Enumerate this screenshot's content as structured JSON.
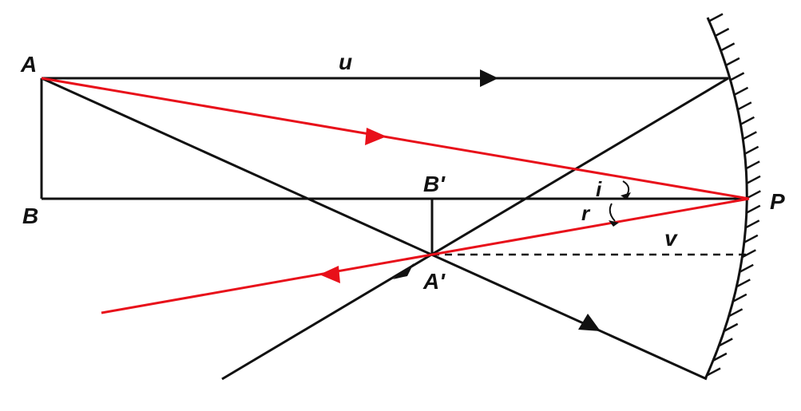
{
  "diagram": {
    "colors": {
      "ray": "#111111",
      "reflected_ray": "#e8101a",
      "mirror": "#111111",
      "background": "#ffffff"
    },
    "labels": {
      "object_top": "A",
      "object_base": "B",
      "image_base": "B'",
      "image_top": "A'",
      "pole": "P",
      "object_distance": "u",
      "image_distance": "v",
      "angle_incidence": "i",
      "angle_reflection": "r"
    },
    "mirror": {
      "type": "concave",
      "hatch": "back-side"
    },
    "arrow_icon": "triangle-arrowhead-icon"
  }
}
